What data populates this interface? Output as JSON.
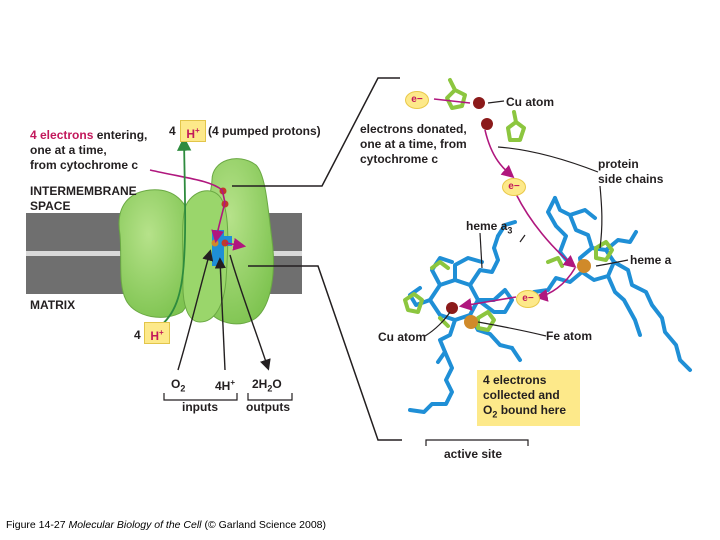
{
  "left_panel": {
    "electrons_entering_a": "4 electrons",
    "electrons_entering_b": " entering,",
    "electrons_entering_line2": "one at a time,",
    "electrons_entering_line3": "from cytochrome c",
    "top_proton_count": "4",
    "proton_symbol": "H",
    "proton_charge": "+",
    "pumped_protons": "(4 pumped protons)",
    "intermembrane_line1": "INTERMEMBRANE",
    "intermembrane_line2": "SPACE",
    "matrix": "MATRIX",
    "bottom_proton_count": "4",
    "o2": "O",
    "o2_sub": "2",
    "four_h": "4H",
    "four_h_sup": "+",
    "water": "2H",
    "water_sub": "2",
    "water_o": "O",
    "inputs": "inputs",
    "outputs": "outputs"
  },
  "right_panel": {
    "electron_symbol": "e−",
    "cu_atom_top": "Cu atom",
    "donated_line1": "electrons donated,",
    "donated_line2": "one at a time, from",
    "donated_line3": "cytochrome c",
    "side_chains_line1": "protein",
    "side_chains_line2": "side chains",
    "heme_a3": "heme a",
    "heme_a3_sub": "3",
    "heme_a": "heme a",
    "cu_atom_bottom": "Cu atom",
    "fe_atom": "Fe atom",
    "collected_line1": "4 electrons",
    "collected_line2": "collected and",
    "collected_line3a": "O",
    "collected_line3_sub": "2",
    "collected_line3b": " bound here",
    "active_site": "active site"
  },
  "caption": {
    "prefix": "Figure 14-27   ",
    "book": "Molecular Biology of the Cell",
    "suffix": " (© Garland Science 2008)"
  },
  "colors": {
    "protein_green": "#8fcf5f",
    "membrane_gray": "#6f6f6f",
    "heme_blue": "#1f8fd6",
    "electron_path": "#b0177e",
    "proton_path": "#2e8b3e",
    "highlight_yellow": "#fde98a"
  }
}
